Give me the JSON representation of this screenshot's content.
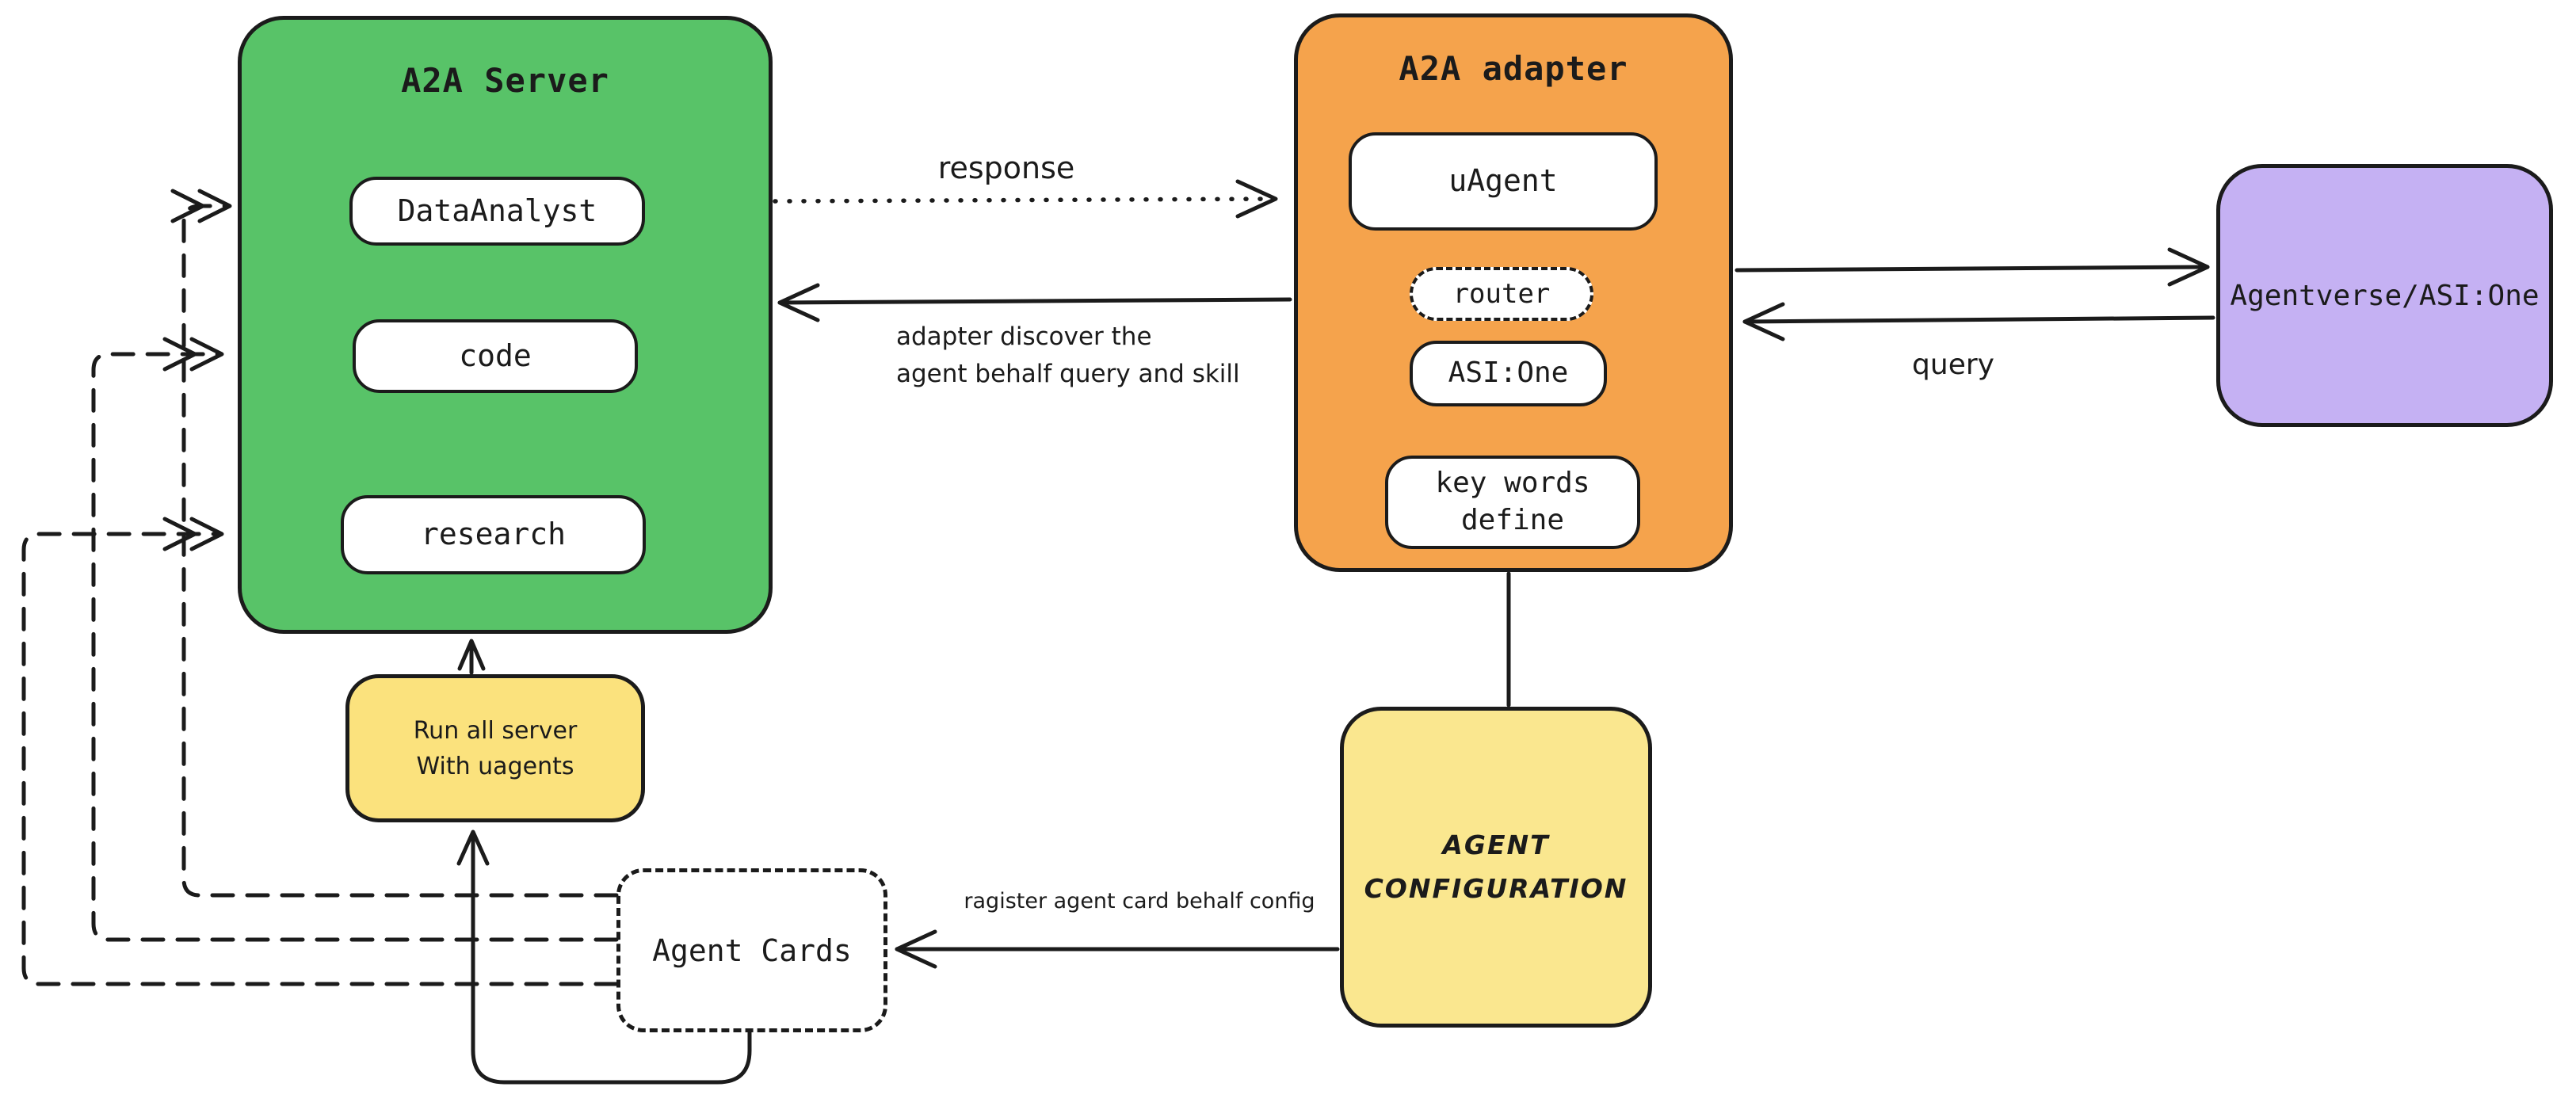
{
  "colors": {
    "bg": "#ffffff",
    "stroke": "#1b1b1b",
    "green": "#58c368",
    "orange": "#f5a34c",
    "purple": "#c5b1f3",
    "yellow": "#fbe27d",
    "yellow_light": "#fae78f",
    "node_fill": "#ffffff"
  },
  "server": {
    "title": "A2A Server",
    "items": [
      {
        "label": "DataAnalyst"
      },
      {
        "label": "code"
      },
      {
        "label": "research"
      }
    ]
  },
  "adapter": {
    "title": "A2A adapter",
    "uagent": "uAgent",
    "router": "router",
    "asi_one": "ASI:One",
    "key_words": "key words\ndefine"
  },
  "agentverse": {
    "label": "Agentverse/ASI:One"
  },
  "run_all": {
    "label": "Run all server\nWith uagents"
  },
  "agent_cards": {
    "label": "Agent Cards"
  },
  "agent_config": {
    "label": "AGENT\nCONFIGURATION"
  },
  "edges": {
    "response": "response",
    "discover": "adapter discover the\nagent behalf query and skill",
    "query": "query",
    "register": "ragister agent card behalf config"
  }
}
